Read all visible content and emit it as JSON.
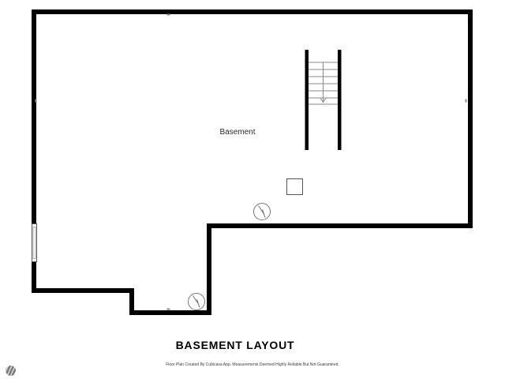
{
  "plan": {
    "room_label": "Basement",
    "title": "BASEMENT LAYOUT",
    "disclaimer": "Floor Plan Created By Cubicasa App. Measurements Deemed Highly Reliable But Not Guaranteed."
  },
  "symbols": {
    "staircase": "stairs-with-down-arrow",
    "utility_box": "square-fixture",
    "appliance_1": "circle-zigzag-appliance",
    "appliance_2": "circle-zigzag-appliance",
    "window": "left-wall-window",
    "logo": "cubicasa-sphere-logo"
  },
  "colors": {
    "wall": "#000000",
    "stair_tread": "#8a8a8a",
    "symbol_stroke": "#777777",
    "fixture_stroke": "#555555",
    "text": "#2a2a2a",
    "background": "#ffffff"
  }
}
